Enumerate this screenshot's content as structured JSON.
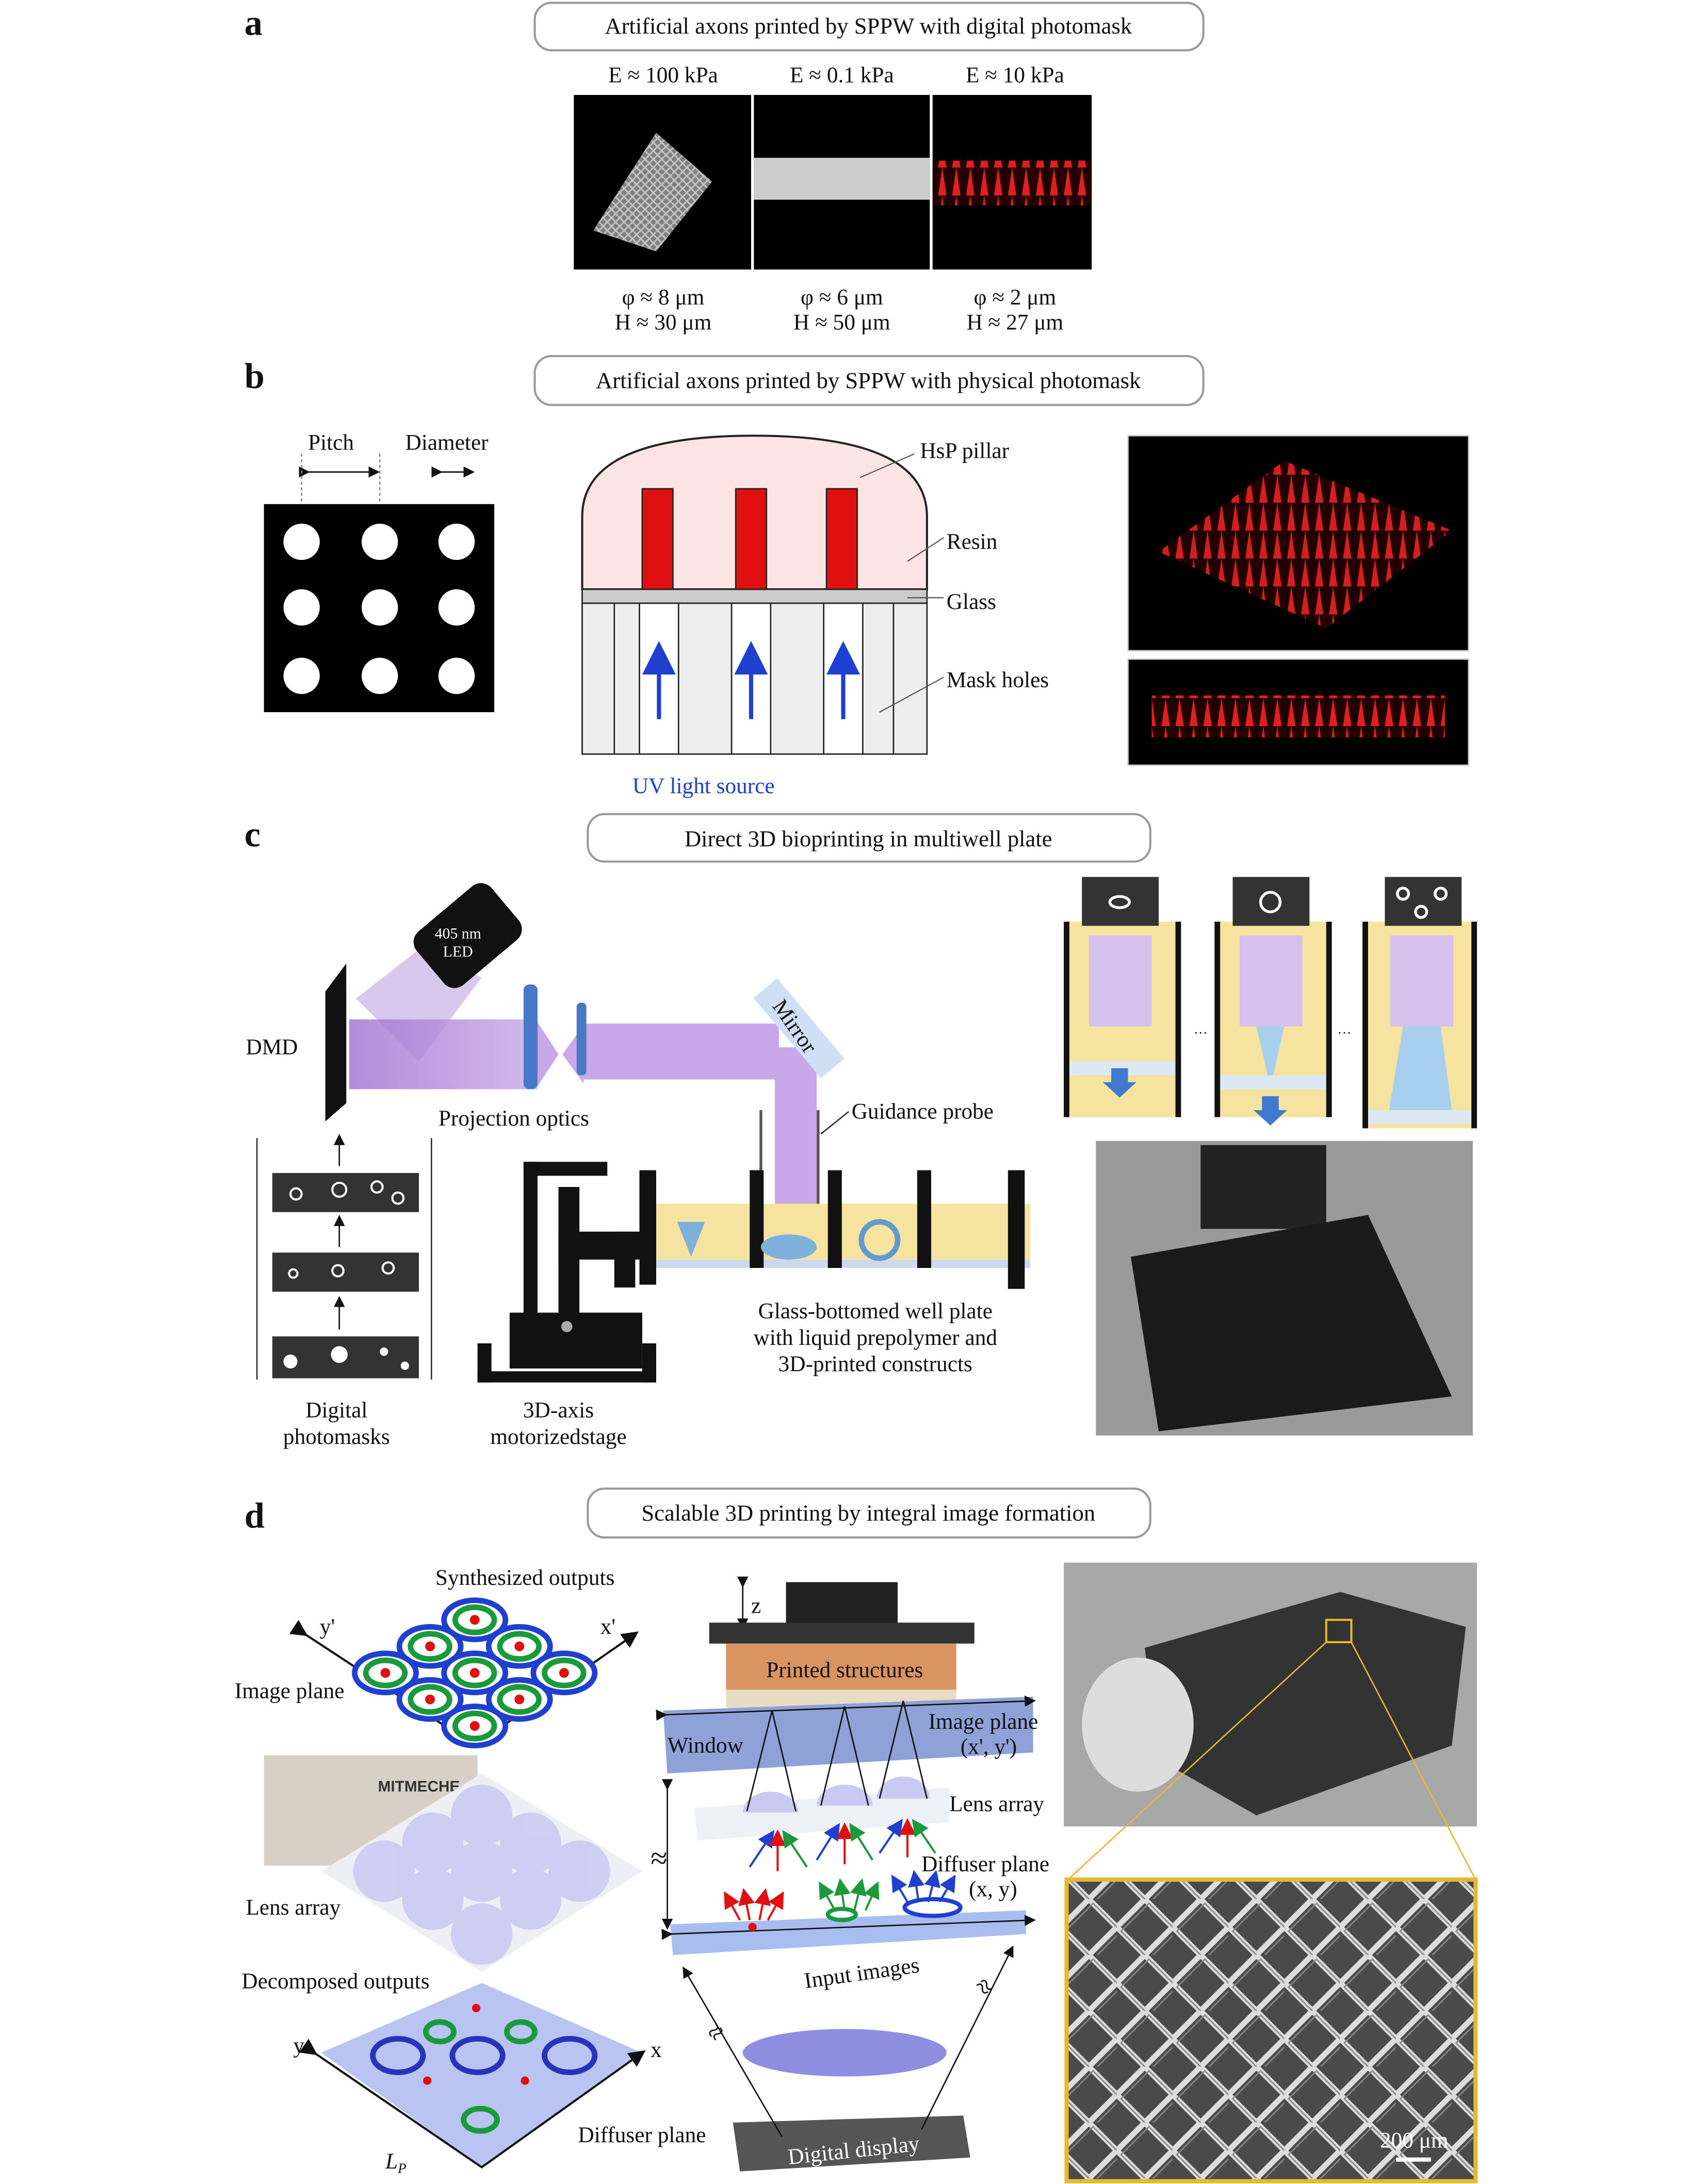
{
  "panels": {
    "a": {
      "letter": "a",
      "title": "Artificial axons printed by SPPW with digital photomask",
      "columns": [
        {
          "modulus": "E ≈ 100 kPa",
          "diameter": "φ ≈ 8 μm",
          "height": "H ≈ 30 μm"
        },
        {
          "modulus": "E ≈ 0.1 kPa",
          "diameter": "φ ≈ 6 μm",
          "height": "H ≈ 50 μm"
        },
        {
          "modulus": "E ≈ 10 kPa",
          "diameter": "φ ≈ 2 μm",
          "height": "H ≈ 27 μm"
        }
      ]
    },
    "b": {
      "letter": "b",
      "title": "Artificial axons printed by SPPW with physical photomask",
      "pitch": "Pitch",
      "diameter": "Diameter",
      "hsp_pillar": "HsP pillar",
      "resin": "Resin",
      "glass": "Glass",
      "mask_holes": "Mask holes",
      "uv_source": "UV light source"
    },
    "c": {
      "letter": "c",
      "title": "Direct 3D bioprinting in multiwell plate",
      "led_line1": "405 nm",
      "led_line2": "LED",
      "dmd": "DMD",
      "mirror": "Mirror",
      "projection_optics": "Projection optics",
      "guidance_probe": "Guidance probe",
      "masks_line1": "Digital",
      "masks_line2": "photomasks",
      "stage_line1": "3D-axis",
      "stage_line2": "motorizedstage",
      "plate_line1": "Glass-bottomed well plate",
      "plate_line2": "with liquid prepolymer and",
      "plate_line3": "3D-printed constructs",
      "dots": "···"
    },
    "d": {
      "letter": "d",
      "title": "Scalable 3D printing by integral image formation",
      "synthesized_outputs": "Synthesized outputs",
      "image_plane_left": "Image plane",
      "axis_y_prime": "y'",
      "axis_x_prime": "x'",
      "photo_label": "MITMECHE",
      "lens_array_left": "Lens array",
      "decomposed_outputs": "Decomposed outputs",
      "axis_y": "y",
      "axis_x": "x",
      "lp": "L",
      "lp_sub": "P",
      "diffuser_plane_bottom": "Diffuser plane",
      "z": "z",
      "printed_structures": "Printed structures",
      "window": "Window",
      "image_plane_right": "Image plane",
      "image_plane_coords": "(x', y')",
      "lens_array_right": "Lens array",
      "diffuser_plane_right": "Diffuser plane",
      "diffuser_coords": "(x, y)",
      "input_images": "Input images",
      "digital_display": "Digital display",
      "approx": "≈",
      "scale_bar": "200 μm"
    }
  },
  "colors": {
    "red": "#e01010",
    "blue": "#1f3fd0",
    "green": "#1a9a3a",
    "purple": "#b48fd8",
    "yellow": "#f7e3a0",
    "gold": "#e8b830"
  }
}
